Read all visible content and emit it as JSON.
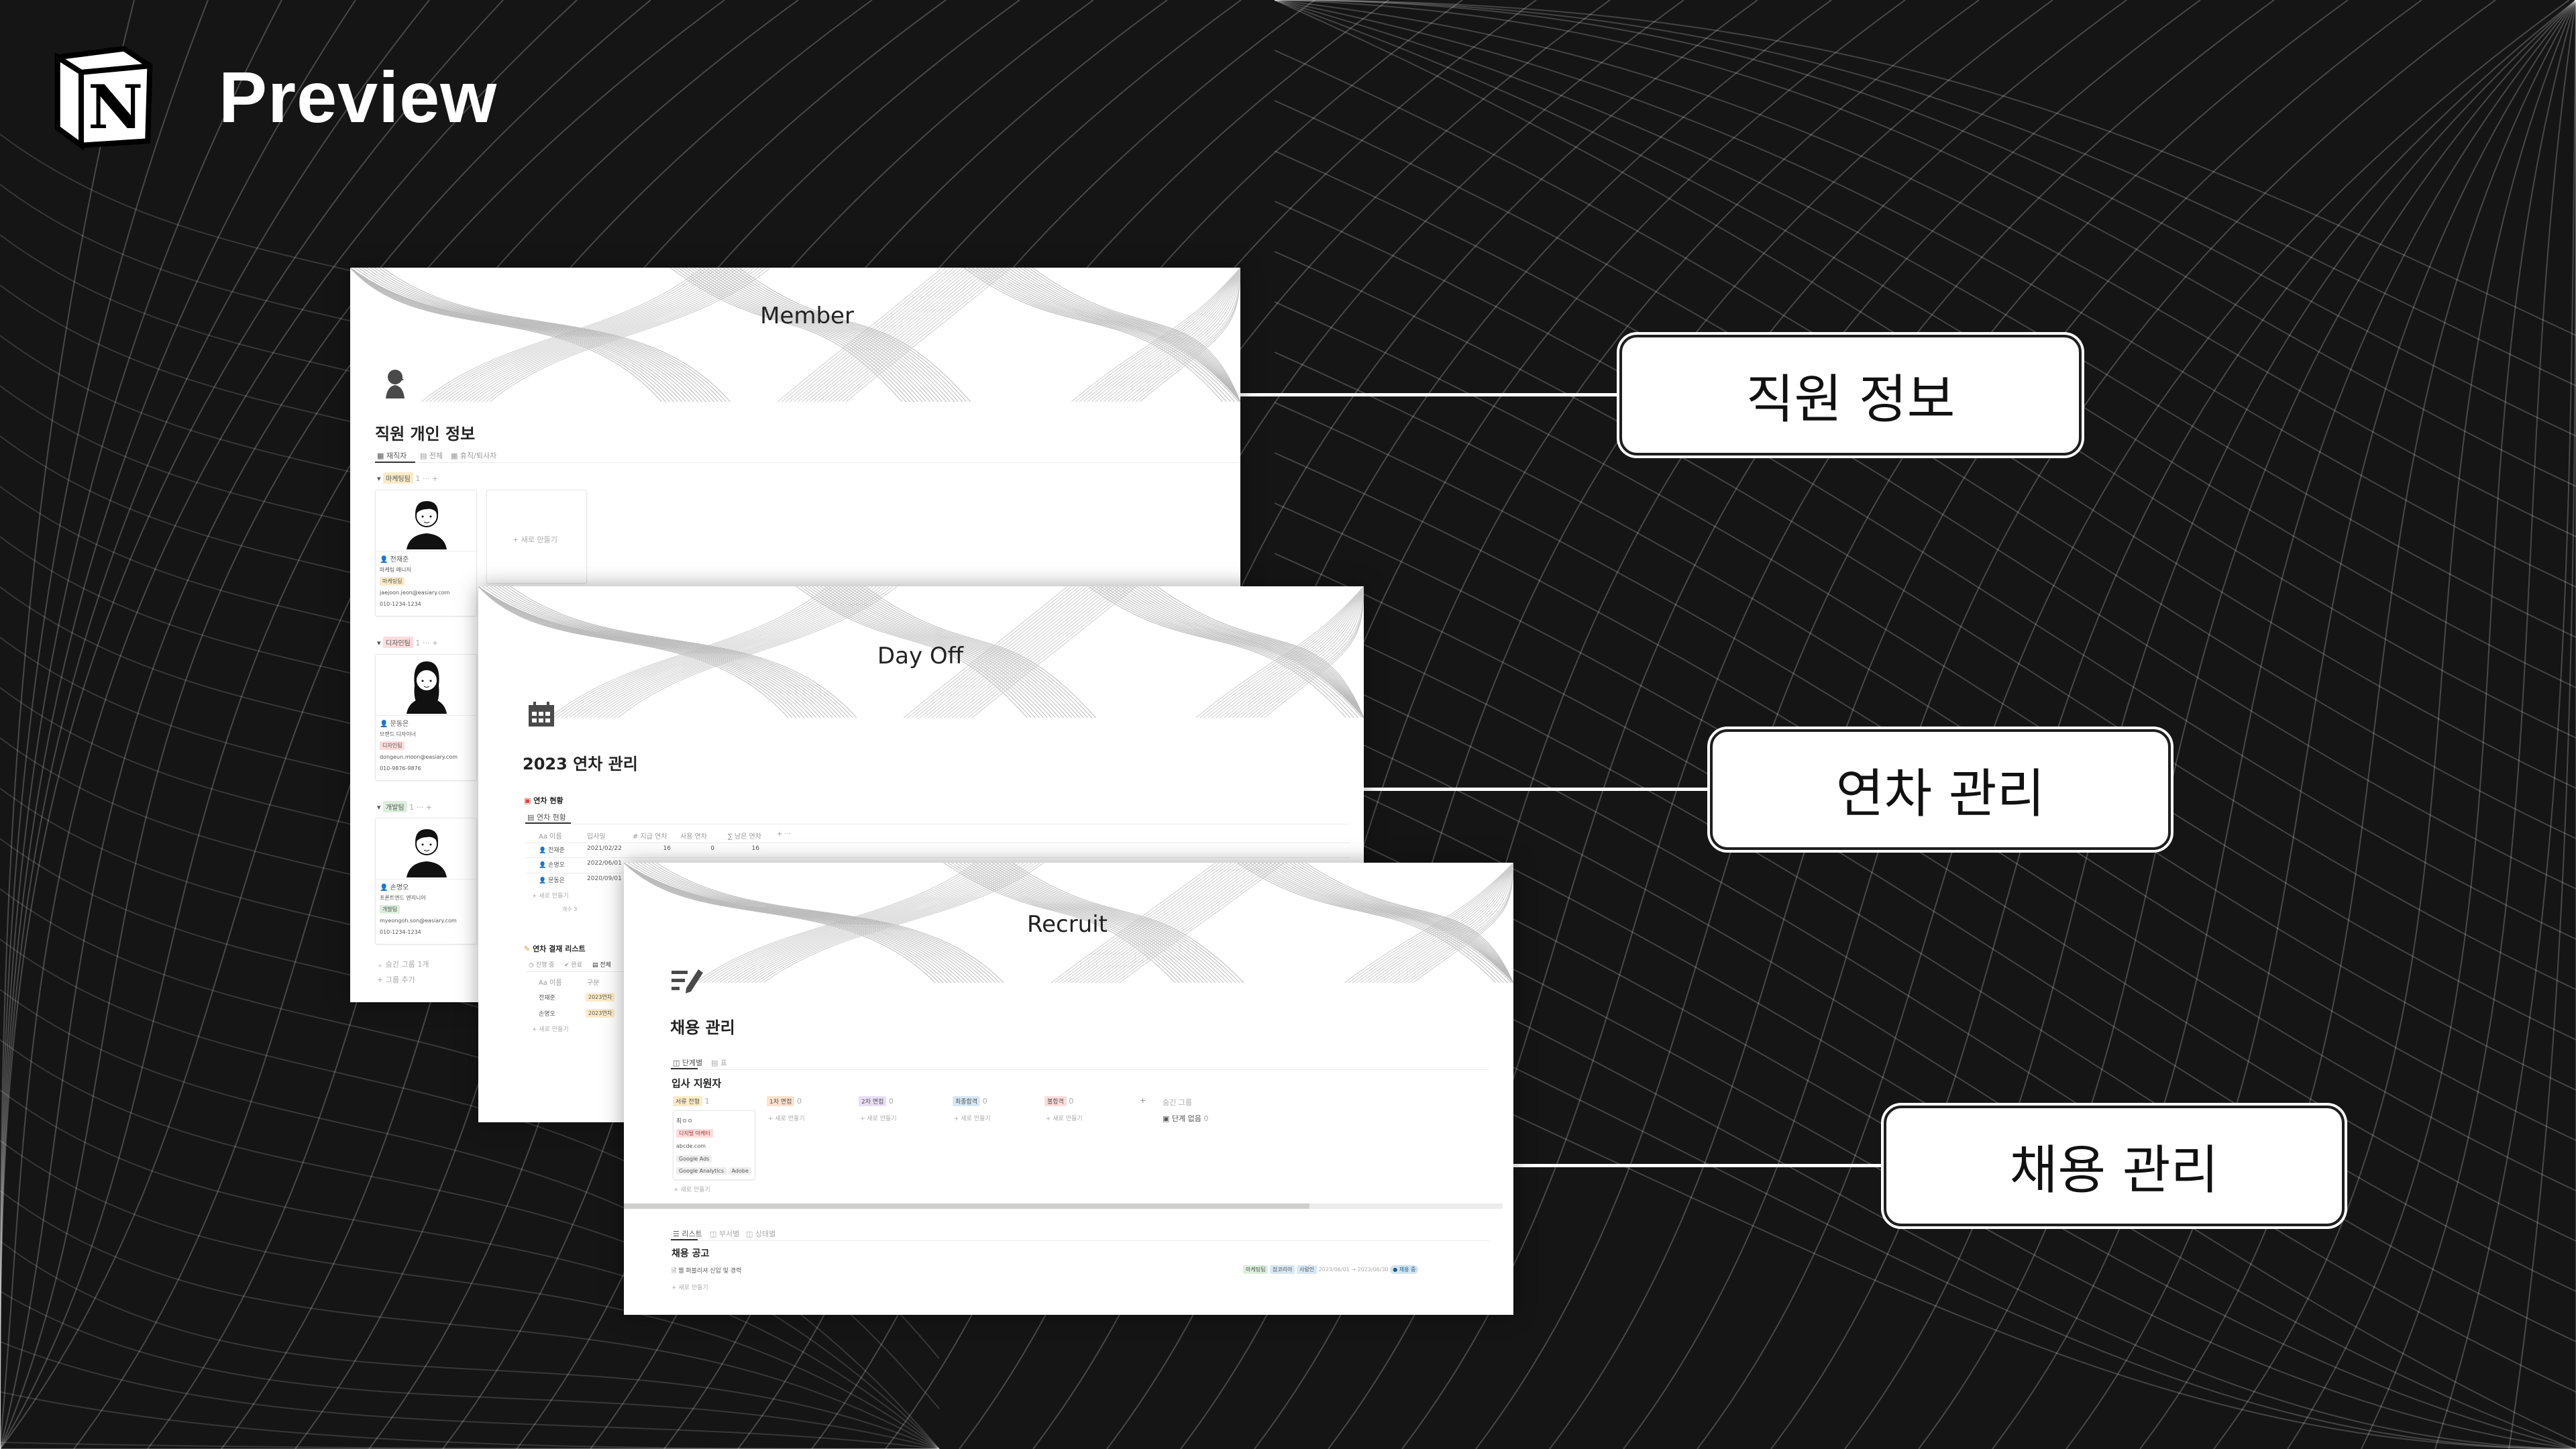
{
  "header": {
    "brand_title": "Preview",
    "logo_letter": "N"
  },
  "colors": {
    "background": "#151515",
    "callout_border": "#1e1e1e"
  },
  "callouts": [
    {
      "label": "직원 정보"
    },
    {
      "label": "연차 관리"
    },
    {
      "label": "채용 관리"
    }
  ],
  "member": {
    "cover_title": "Member",
    "icon": "person-silhouette-icon",
    "title": "직원 개인 정보",
    "tabs": [
      "재직자",
      "전체",
      "휴직/퇴사자"
    ],
    "groups": [
      {
        "name": "마케팅팀",
        "count": "1",
        "color": "#fbecc7",
        "card": {
          "name": "전재준",
          "role": "마케팅 매니저",
          "team": "마케팅팀",
          "email": "jaejoon.jeon@easiary.com",
          "phone": "010-1234-1234"
        }
      },
      {
        "name": "디자인팀",
        "count": "1",
        "color": "#fddcdc",
        "card": {
          "name": "문동은",
          "role": "브랜드 디자이너",
          "team": "디자인팀",
          "email": "dongeun.moon@easiary.com",
          "phone": "010-9876-9876"
        }
      },
      {
        "name": "개발팀",
        "count": "1",
        "color": "#dcefdc",
        "card": {
          "name": "손명오",
          "role": "프론트엔드 엔지니어",
          "team": "개발팀",
          "email": "myeongoh.son@easiary.com",
          "phone": "010-1234-1234"
        }
      }
    ],
    "new_label": "+ 새로 만들기",
    "hidden_groups": "숨긴 그룹 1개",
    "add_group": "+ 그룹 추가"
  },
  "dayoff": {
    "cover_title": "Day Off",
    "icon": "calendar-icon",
    "title": "2023 연차 관리",
    "status_heading": "연차 현황",
    "status_tab": "연차 현황",
    "columns": [
      "Aa 이름",
      "입사일",
      "# 지급 연차",
      "사용 연차",
      "∑ 남은 연차"
    ],
    "rows": [
      {
        "name": "전재준",
        "date": "2021/02/22",
        "given": "16",
        "used": "0",
        "left": "16"
      },
      {
        "name": "손명오",
        "date": "2022/06/01"
      },
      {
        "name": "문동은",
        "date": "2020/09/01"
      }
    ],
    "new_label": "+ 새로 만들기",
    "count_label": "개수 3",
    "approval_heading": "연차 결재 리스트",
    "approval_tabs": [
      "진행 중",
      "완료",
      "전체"
    ],
    "approval_columns": [
      "Aa 이름",
      "구분"
    ],
    "approval_rows": [
      {
        "name": "전재준",
        "type": "2023연차"
      },
      {
        "name": "손명오",
        "type": "2023연차"
      }
    ]
  },
  "recruit": {
    "cover_title": "Recruit",
    "icon": "edit-list-icon",
    "title": "채용 관리",
    "tabs": [
      "단계별",
      "표"
    ],
    "applicants_heading": "입사 지원자",
    "stages": [
      {
        "name": "서류 전형",
        "count": "1",
        "color": "#fbecc7"
      },
      {
        "name": "1차 면접",
        "count": "0",
        "color": "#fde1cf"
      },
      {
        "name": "2차 면접",
        "count": "0",
        "color": "#e8def5"
      },
      {
        "name": "최종합격",
        "count": "0",
        "color": "#d8e8f4"
      },
      {
        "name": "불합격",
        "count": "0",
        "color": "#fddcdc"
      }
    ],
    "hidden_group": "숨긴 그룹",
    "no_stage": "단계 없음",
    "no_stage_count": "0",
    "applicant": {
      "name": "최ㅇㅇ",
      "position": "디지털 마케터",
      "site": "abcde.com",
      "skills": [
        "Google Ads",
        "Google Analytics",
        "Adobe"
      ]
    },
    "new_label": "+ 새로 만들기",
    "scroll_progress": 0.78,
    "post_tabs": [
      "리스트",
      "부서별",
      "상태별"
    ],
    "posts_heading": "채용 공고",
    "post": {
      "title": "웹 퍼블리셔 신입 및 경력",
      "tags": [
        "마케팅팀",
        "잡코리아",
        "사람인"
      ],
      "period": "2023/06/01 → 2023/06/30",
      "status": "채용 중"
    }
  }
}
